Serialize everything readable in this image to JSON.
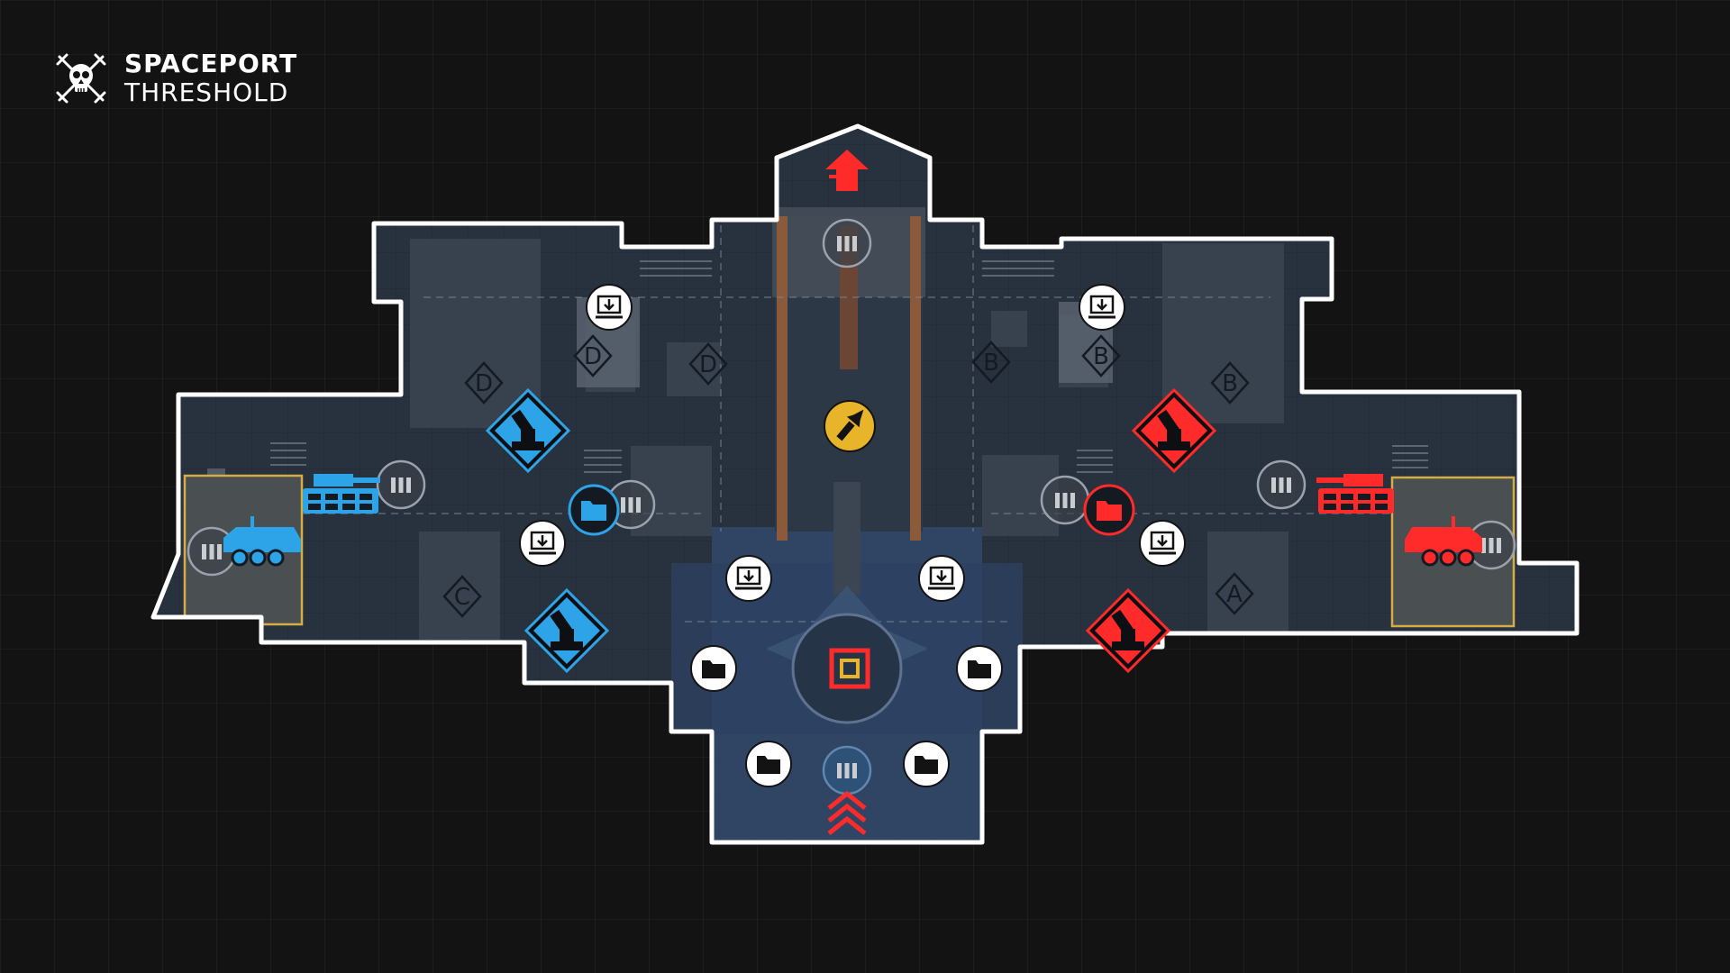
{
  "map": {
    "name_line1": "SPACEPORT",
    "name_line2": "THRESHOLD",
    "emblem_icon": "skull-crossed-weapons-icon"
  },
  "zones": [
    "D",
    "D",
    "D",
    "B",
    "B",
    "B",
    "C",
    "A"
  ],
  "teams": {
    "blue": {
      "color": "#2ea4e8"
    },
    "red": {
      "color": "#ff2a2a"
    }
  },
  "colors": {
    "objective": "#ff2a2a",
    "neutral_pickup": "#e8b52a",
    "outline": "#ffffff",
    "vehicle_pad": "#d6ad45"
  },
  "icons": {
    "blue_team": [
      "turret-icon",
      "turret-icon",
      "tank-icon",
      "apc-icon",
      "intel-folder-icon"
    ],
    "red_team": [
      "turret-icon",
      "turret-icon",
      "tank-icon",
      "apc-icon",
      "intel-folder-icon"
    ],
    "neutral": [
      "download-terminal-icon",
      "folder-icon",
      "ammo-icon",
      "torch-icon",
      "objective-icon",
      "spawn-arrow-icon"
    ]
  }
}
